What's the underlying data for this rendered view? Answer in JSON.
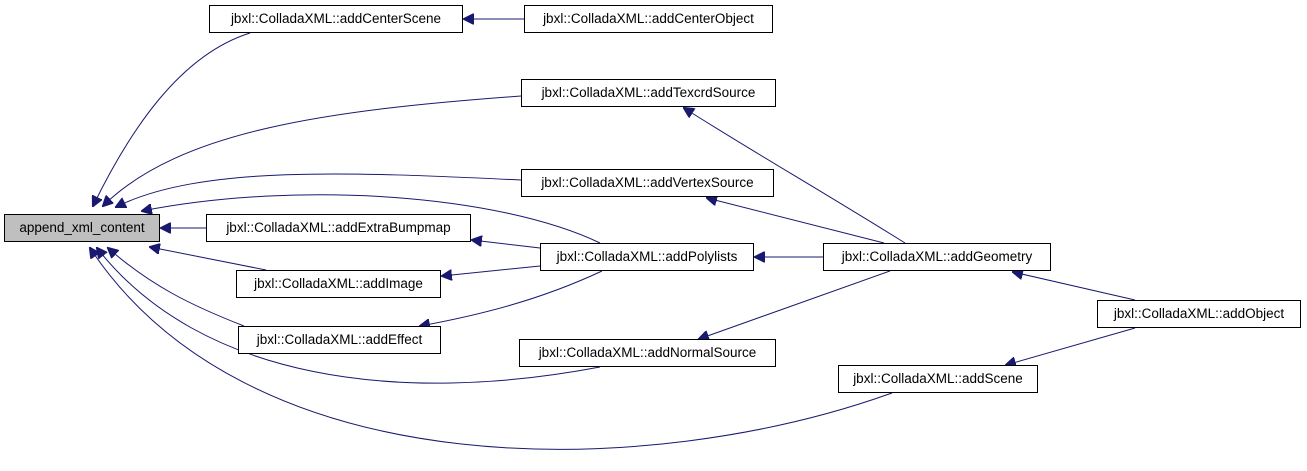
{
  "diagram": {
    "colors": {
      "edge": "#191970",
      "node_border": "#000000",
      "root_fill": "#bfbfbf",
      "node_fill": "#ffffff"
    },
    "nodes": {
      "root": "append_xml_content",
      "center_scene": "jbxl::ColladaXML::addCenterScene",
      "center_object": "jbxl::ColladaXML::addCenterObject",
      "texcrd_source": "jbxl::ColladaXML::addTexcrdSource",
      "vertex_source": "jbxl::ColladaXML::addVertexSource",
      "extra_bumpmap": "jbxl::ColladaXML::addExtraBumpmap",
      "polylists": "jbxl::ColladaXML::addPolylists",
      "geometry": "jbxl::ColladaXML::addGeometry",
      "image": "jbxl::ColladaXML::addImage",
      "effect": "jbxl::ColladaXML::addEffect",
      "normal_source": "jbxl::ColladaXML::addNormalSource",
      "scene": "jbxl::ColladaXML::addScene",
      "object": "jbxl::ColladaXML::addObject"
    }
  }
}
